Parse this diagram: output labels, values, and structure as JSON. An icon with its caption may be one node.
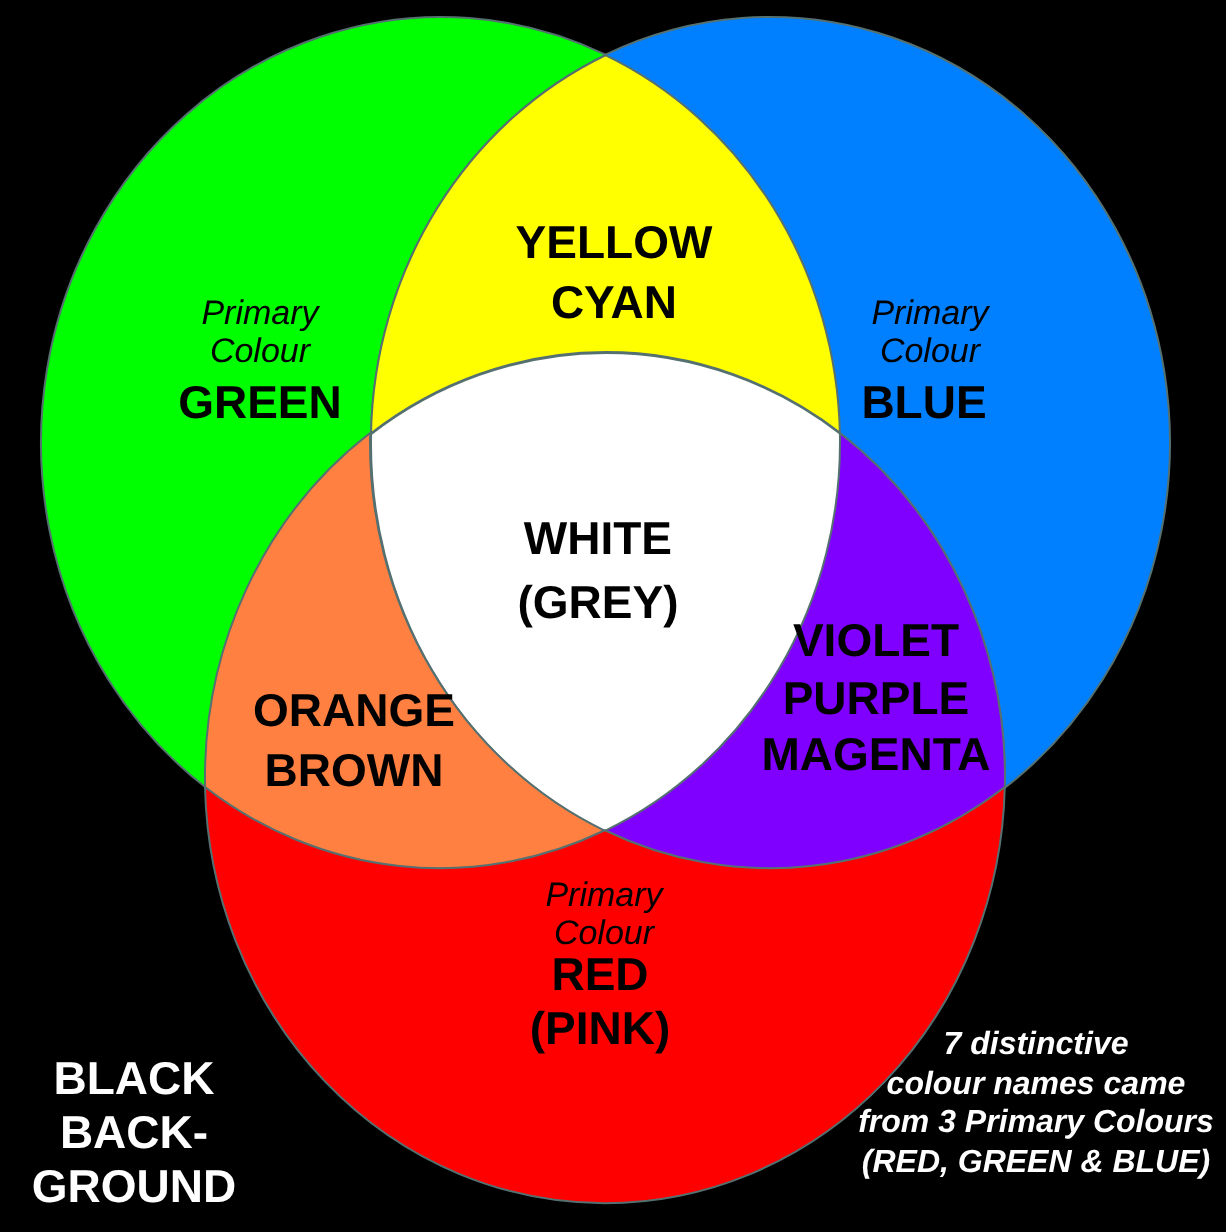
{
  "diagram": {
    "nodes": [
      {
        "text": [
          "Primary Colour",
          "GREEN"
        ]
      },
      {
        "text": [
          "YELLOW CYAN"
        ]
      },
      {
        "text": [
          "Primary Colour",
          "BLUE"
        ]
      },
      {
        "text": [
          "WHITE (GREY)"
        ]
      },
      {
        "text": [
          "ORANGE BROWN"
        ]
      },
      {
        "text": [
          "VIOLET PURPLE MAGENTA"
        ]
      },
      {
        "text": [
          "Primary Colour",
          "RED (PINK)"
        ]
      }
    ],
    "labels": [
      "BLACK BACK- GROUND",
      "7 distinctive colour names came from 3 Primary Colours (RED, GREEN & BLUE)"
    ]
  }
}
